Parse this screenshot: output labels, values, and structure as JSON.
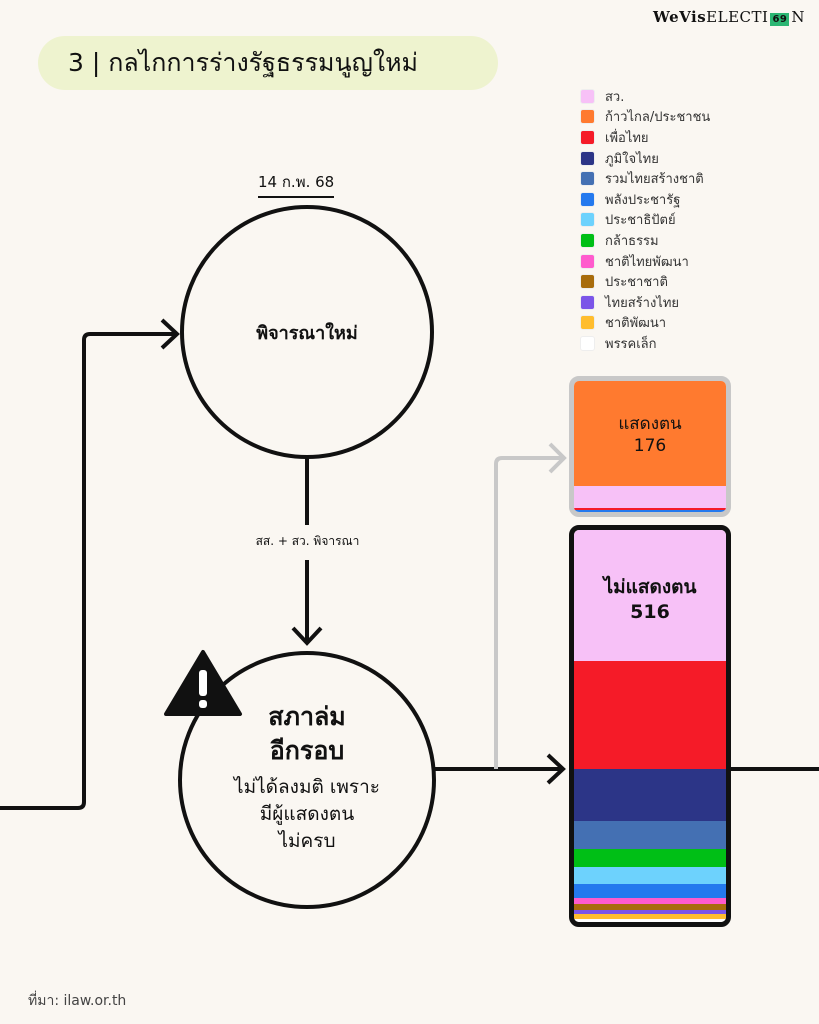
{
  "logo": {
    "brand": "WeVis",
    "product": "ELECTI",
    "suffix": "N",
    "badge": "69"
  },
  "title": "3 | กลไกการร่างรัฐธรรมนูญใหม่",
  "date": "14 ก.พ. 68",
  "node1": "พิจารณาใหม่",
  "edge_label": "สส. + สว. พิจารณา",
  "node2": {
    "title_line1": "สภาล่ม",
    "title_line2": "อีกรอบ",
    "desc_line1": "ไม่ได้ลงมติ เพราะ",
    "desc_line2": "มีผู้แสดงตน",
    "desc_line3": "ไม่ครบ"
  },
  "legend": [
    {
      "label": "สว.",
      "color": "#f7c1f7"
    },
    {
      "label": "ก้าวไกล/ประชาชน",
      "color": "#ff7a2f"
    },
    {
      "label": "เพื่อไทย",
      "color": "#f51b28"
    },
    {
      "label": "ภูมิใจไทย",
      "color": "#2c3587"
    },
    {
      "label": "รวมไทยสร้างชาติ",
      "color": "#4470b3"
    },
    {
      "label": "พลังประชารัฐ",
      "color": "#2479ee"
    },
    {
      "label": "ประชาธิปัตย์",
      "color": "#6dd2fd"
    },
    {
      "label": "กล้าธรรม",
      "color": "#00bf16"
    },
    {
      "label": "ชาติไทยพัฒนา",
      "color": "#ff5bcd"
    },
    {
      "label": "ประชาชาติ",
      "color": "#a86c0c"
    },
    {
      "label": "ไทยสร้างไทย",
      "color": "#7b55e8"
    },
    {
      "label": "ชาติพัฒนา",
      "color": "#ffbd2e"
    },
    {
      "label": "พรรคเล็ก",
      "color": "#ffffff"
    }
  ],
  "present": {
    "label": "แสดงตน",
    "total": "176",
    "segments": [
      {
        "party": "ก้าวไกล/ประชาชน",
        "value": 141,
        "color": "#ff7a2f"
      },
      {
        "party": "สว.",
        "value": 29,
        "color": "#f7c1f7"
      },
      {
        "party": "เพื่อไทย",
        "value": 3,
        "color": "#f51b28"
      },
      {
        "party": "พลังประชารัฐ",
        "value": 3,
        "color": "#2479ee"
      }
    ]
  },
  "absent": {
    "label": "ไม่แสดงตน",
    "total": "516",
    "segments": [
      {
        "party": "สว.",
        "value": 173,
        "color": "#f7c1f7"
      },
      {
        "party": "เพื่อไทย",
        "value": 141,
        "color": "#f51b28"
      },
      {
        "party": "ภูมิใจไทย",
        "value": 69,
        "color": "#2c3587"
      },
      {
        "party": "รวมไทยสร้างชาติ",
        "value": 37,
        "color": "#4470b3"
      },
      {
        "party": "กล้าธรรม",
        "value": 24,
        "color": "#00bf16"
      },
      {
        "party": "ประชาธิปัตย์",
        "value": 22,
        "color": "#6dd2fd"
      },
      {
        "party": "พลังประชารัฐ",
        "value": 18,
        "color": "#2479ee"
      },
      {
        "party": "ชาติไทยพัฒนา",
        "value": 9,
        "color": "#ff5bcd"
      },
      {
        "party": "ประชาชาติ",
        "value": 7,
        "color": "#a86c0c"
      },
      {
        "party": "ไทยสร้างไทย",
        "value": 5,
        "color": "#7b55e8"
      },
      {
        "party": "ชาติพัฒนา",
        "value": 7,
        "color": "#ffbd2e"
      },
      {
        "party": "พรรคเล็ก",
        "value": 4,
        "color": "#ffffff"
      }
    ]
  },
  "source": "ที่มา:  ilaw.or.th"
}
